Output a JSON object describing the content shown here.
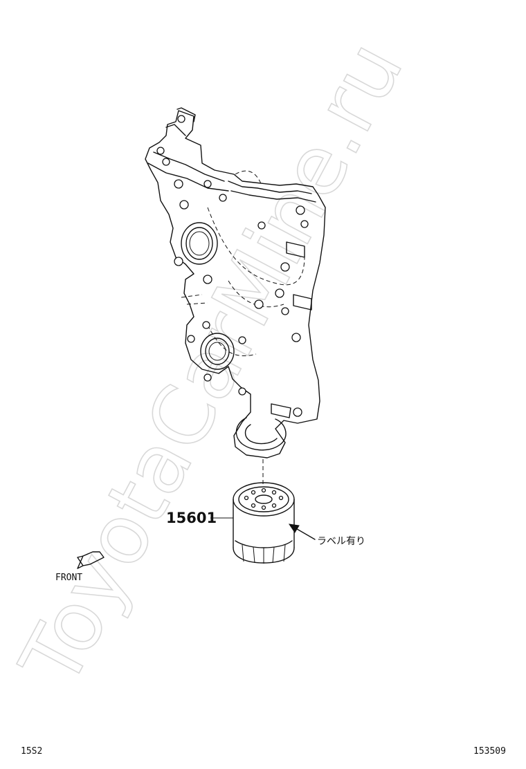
{
  "watermark": "ToyotaCarMine.ru",
  "callouts": {
    "part_number": "15601",
    "label_note": "ラベル有り"
  },
  "direction": {
    "label": "FRONT",
    "icon": "front-arrow-icon"
  },
  "footer": {
    "left_code": "15S2",
    "right_code": "153509"
  },
  "colors": {
    "line": "#111111",
    "watermark": "#d8d8d8",
    "background": "#ffffff"
  }
}
